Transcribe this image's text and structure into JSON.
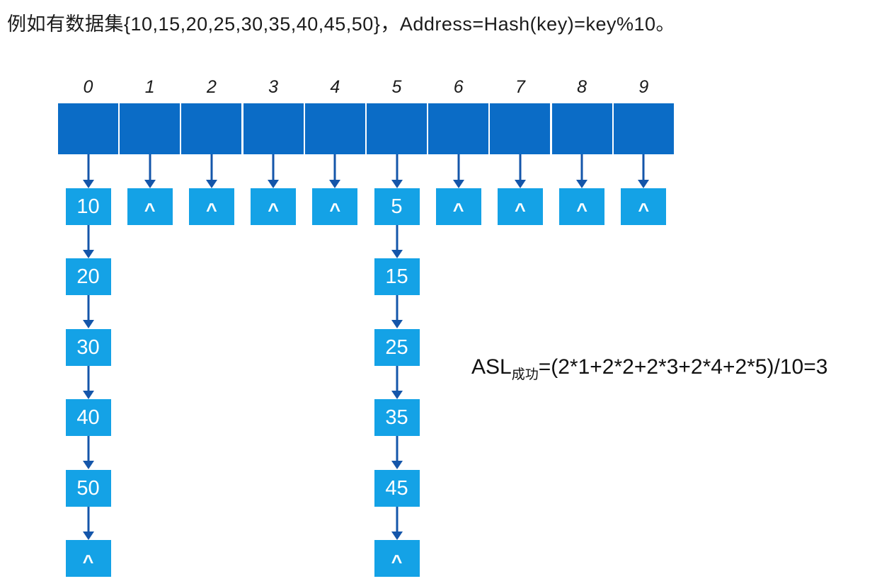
{
  "title": "例如有数据集{10,15,20,25,30,35,40,45,50}，Address=Hash(key)=key%10。",
  "hash_table": {
    "indices": [
      "0",
      "1",
      "2",
      "3",
      "4",
      "5",
      "6",
      "7",
      "8",
      "9"
    ],
    "chains": [
      [
        "10",
        "20",
        "30",
        "40",
        "50",
        "^"
      ],
      [
        "^"
      ],
      [
        "^"
      ],
      [
        "^"
      ],
      [
        "^"
      ],
      [
        "5",
        "15",
        "25",
        "35",
        "45",
        "^"
      ],
      [
        "^"
      ],
      [
        "^"
      ],
      [
        "^"
      ],
      [
        "^"
      ]
    ]
  },
  "formula": {
    "label": "ASL",
    "subscript": "成功",
    "expression": "=(2*1+2*2+2*3+2*4+2*5)/10=3"
  },
  "colors": {
    "bucket_fill": "#0b6cc6",
    "node_fill": "#14a2e6",
    "arrow": "#1456aa",
    "node_text": "#ffffff",
    "text": "#1b1b1b"
  }
}
